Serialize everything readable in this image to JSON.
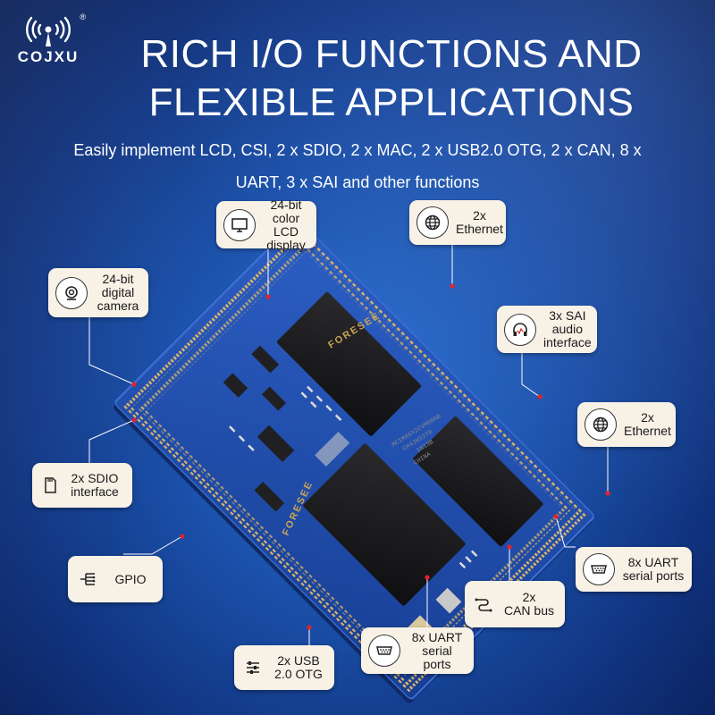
{
  "brand": {
    "name": "COJXU",
    "registered": "®"
  },
  "headline": "RICH I/O FUNCTIONS AND\nFLEXIBLE APPLICATIONS",
  "subheadline": "Easily implement LCD, CSI, 2 x SDIO, 2 x MAC, 2 x USB2.0 OTG, 2 x CAN, 8 x\nUART, 3 x SAI and other functions",
  "board": {
    "chip_marking_1": "FORESEE",
    "chip_marking_2": "FORESEE",
    "main_chip_lines": [
      "MCIMX6Y2CVM08AB",
      "CH4JH2270",
      "1N13B",
      "CHINA"
    ]
  },
  "callouts": {
    "lcd": {
      "label": "24-bit\ncolor LCD\ndisplay",
      "icon": "monitor-icon"
    },
    "ethernet_top": {
      "label": "2x\nEthernet",
      "icon": "globe-icon"
    },
    "camera": {
      "label": "24-bit\ndigital\ncamera",
      "icon": "camera-icon"
    },
    "sai": {
      "label": "3x SAI\naudio\ninterface",
      "icon": "headphones-icon"
    },
    "ethernet_right": {
      "label": "2x\nEthernet",
      "icon": "globe-icon"
    },
    "sdio": {
      "label": "2x SDIO\ninterface",
      "icon": "sd-card-icon"
    },
    "gpio": {
      "label": "GPIO",
      "icon": "gpio-icon"
    },
    "uart_right": {
      "label": "8x UART\nserial ports",
      "icon": "serial-port-icon"
    },
    "can": {
      "label": "2x\nCAN bus",
      "icon": "can-bus-icon"
    },
    "uart_bottom": {
      "label": "8x UART\nserial ports",
      "icon": "serial-port-icon"
    },
    "usb": {
      "label": "2x USB\n2.0 OTG",
      "icon": "usb-sliders-icon"
    }
  },
  "colors": {
    "accent_dot": "#e0242c",
    "callout_bg": "#f7f1e6",
    "pcb": "#1f4aa6",
    "chip": "#1b1b1d"
  }
}
